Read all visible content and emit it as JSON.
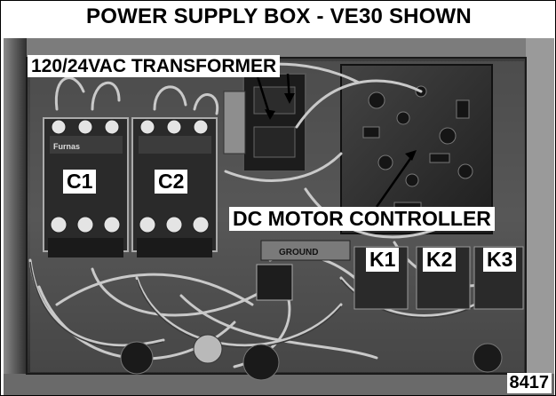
{
  "figure": {
    "title": "POWER SUPPLY BOX - VE30 SHOWN",
    "figure_number": "8417"
  },
  "callouts": {
    "transformer": "120/24VAC TRANSFORMER",
    "dc_motor_controller": "DC MOTOR CONTROLLER",
    "c1": "C1",
    "c2": "C2",
    "k1": "K1",
    "k2": "K2",
    "k3": "K3"
  },
  "photo_labels": {
    "contactor_brand": "Furnas",
    "ground": "GROUND"
  },
  "colors": {
    "background": "#ffffff",
    "ink": "#000000",
    "photo_tone": "grayscale"
  }
}
